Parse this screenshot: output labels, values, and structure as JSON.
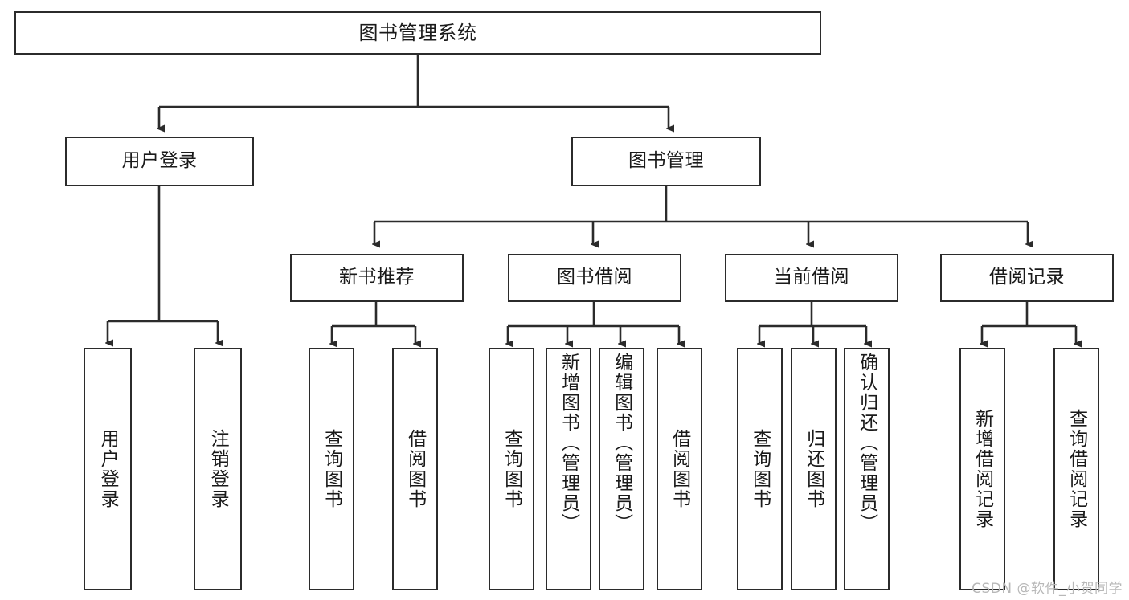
{
  "diagram": {
    "type": "hierarchy-tree",
    "title": "图书管理系统",
    "watermark": "CSDN @软件_小贺同学",
    "colors": {
      "background": "#ffffff",
      "node_border": "#2b2b2b",
      "node_fill": "#ffffff",
      "edge": "#2b2b2b",
      "text": "#1a1a1a",
      "watermark": "#b8b8b8"
    },
    "nodes": {
      "root": {
        "label": "图书管理系统"
      },
      "level2": [
        {
          "id": "user-login",
          "label": "用户登录"
        },
        {
          "id": "book-manage",
          "label": "图书管理"
        }
      ],
      "level3": [
        {
          "id": "new-book-recommend",
          "label": "新书推荐"
        },
        {
          "id": "book-borrow",
          "label": "图书借阅"
        },
        {
          "id": "current-borrow",
          "label": "当前借阅"
        },
        {
          "id": "borrow-record",
          "label": "借阅记录"
        }
      ],
      "leaves": {
        "user-login": [
          {
            "id": "leaf-user-login",
            "label": "用户登录"
          },
          {
            "id": "leaf-user-logout",
            "label": "注销登录"
          }
        ],
        "new-book-recommend": [
          {
            "id": "leaf-query-book-1",
            "label": "查询图书"
          },
          {
            "id": "leaf-borrow-book-1",
            "label": "借阅图书"
          }
        ],
        "book-borrow": [
          {
            "id": "leaf-query-book-2",
            "label": "查询图书"
          },
          {
            "id": "leaf-add-book",
            "label": "新增图书（管理员）"
          },
          {
            "id": "leaf-edit-book",
            "label": "编辑图书（管理员）"
          },
          {
            "id": "leaf-borrow-book-2",
            "label": "借阅图书"
          }
        ],
        "current-borrow": [
          {
            "id": "leaf-query-book-3",
            "label": "查询图书"
          },
          {
            "id": "leaf-return-book",
            "label": "归还图书"
          },
          {
            "id": "leaf-confirm-return",
            "label": "确认归还（管理员）"
          }
        ],
        "borrow-record": [
          {
            "id": "leaf-add-record",
            "label": "新增借阅记录"
          },
          {
            "id": "leaf-query-record",
            "label": "查询借阅记录"
          }
        ]
      }
    }
  }
}
